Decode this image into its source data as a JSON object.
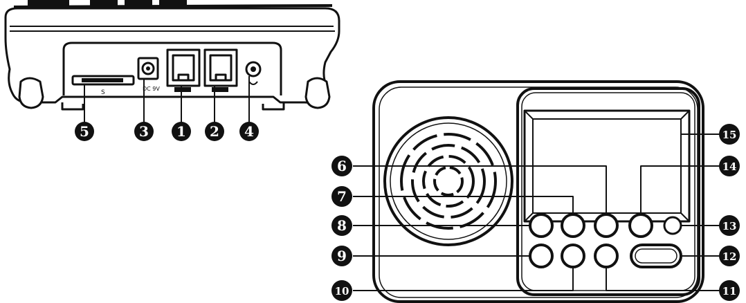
{
  "rear_panel": {
    "callouts": [
      "5",
      "3",
      "1",
      "2",
      "4"
    ],
    "dc_label": "DC 9V"
  },
  "front_panel": {
    "callouts_left": [
      "6",
      "7",
      "8",
      "9",
      "10"
    ],
    "callouts_right": [
      "15",
      "14",
      "13",
      "12",
      "11"
    ]
  },
  "colors": {
    "ink": "#111111",
    "paper": "#ffffff"
  }
}
